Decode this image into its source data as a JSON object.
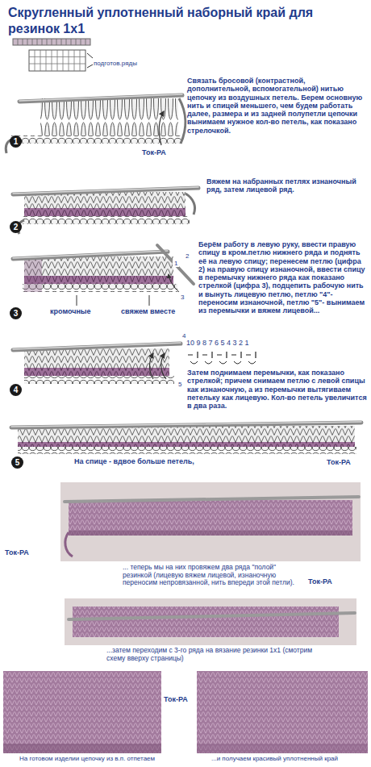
{
  "diagram": {
    "title": "Скругленный уплотненный наборный край для резинок 1х1",
    "nodes": [
      {
        "text": [
          "1"
        ]
      },
      {
        "text": [
          "2"
        ]
      },
      {
        "text": [
          "3"
        ]
      },
      {
        "text": [
          "4"
        ]
      },
      {
        "text": [
          "5"
        ]
      }
    ],
    "labels": [
      "подготов.ряды",
      "Связать бросовой (контрастной, дополнительной, вспомогательной) нитью цепочку из воздушных петель. Берем основную нить и спицей меньшего, чем будем работать далее, размера и из задней полупетли цепочки вынимаем нужное кол-во петель, как показано стрелочкой.",
      "Ток-РА",
      "Вяжем на набранных петлях изнаночный ряд, затем лицевой ряд.",
      "Берём работу в левую руку, ввести правую спицу в кром.петлю нижнего ряда и поднять её на левую спицу; перенесем петлю (цифра 2) на правую спицу изнаночной, ввести спицу в перемычку нижнего ряда как показано стрелкой (цифра 3), подцепить рабочую нить и вынуть лицевую петлю, петлю \"4\"-переносим изнаночной, петлю \"5\"- вынимаем из перемычки и вяжем лицевой...",
      "1",
      "2",
      "3",
      "кромочные",
      "свяжем вместе",
      "4",
      "5",
      "10 9 8 7 6 5 4 3 2 1",
      "Затем поднимаем перемычки, как показано стрелкой; причем снимаем петлю с левой спицы как изнаночную, а из перемычки вытягиваем петельку как лицевую. Кол-во петель увеличится в два раза.",
      "На спице - вдвое больше петель,",
      "Ток-РА",
      "Ток-РА",
      "... теперь мы на них провяжем два ряда \"полой\" резинкой (лицевую вяжем лицевой, изнаночную переносим непровязанной, нить впереди этой петли).",
      "Ток-РА",
      "...затем переходим с 3-го ряда на вязание резинки 1х1 (смотрим схему вверху страницы)",
      "На готовом изделии цепочку из в.п. отпетаем",
      "Ток-РА",
      "...и получаем красивый уплотненный край"
    ]
  }
}
